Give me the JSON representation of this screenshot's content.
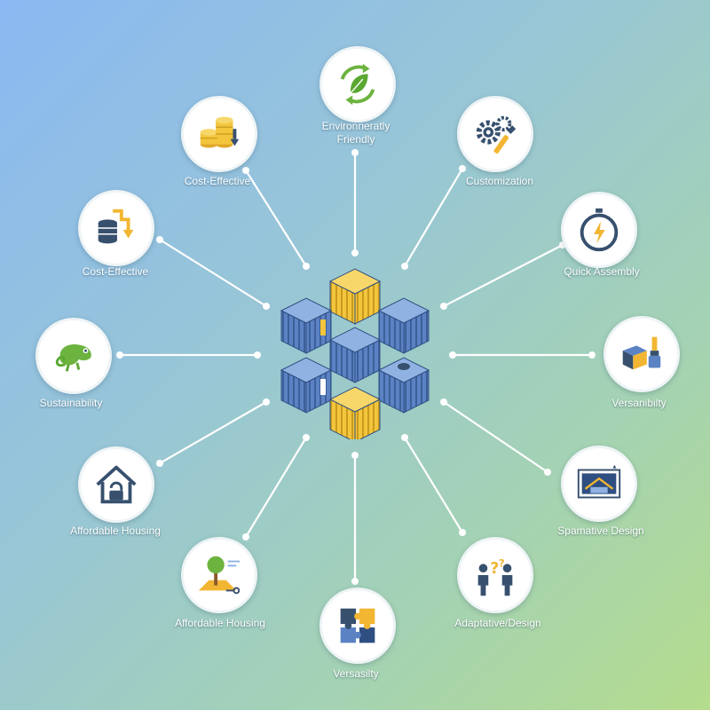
{
  "colors": {
    "connector": "#ffffff",
    "container_blue": "#5b83c4",
    "container_yellow": "#f2c53d",
    "node_border": "#eef4f6"
  },
  "hub": {
    "icon": "shipping-container-cluster-icon"
  },
  "nodes": [
    {
      "id": "environmentally-friendly",
      "label": "Environneratly\nFriendly",
      "icon": "recycle-leaf-icon"
    },
    {
      "id": "customization",
      "label": "Customization",
      "icon": "gears-wrench-icon"
    },
    {
      "id": "quick-assembly",
      "label": "Quick Assembly",
      "icon": "stopwatch-icon"
    },
    {
      "id": "versanibility",
      "label": "Versanibilty",
      "icon": "container-paintbrush-icon"
    },
    {
      "id": "spamative-design",
      "label": "Spamative Design",
      "icon": "blueprint-house-icon"
    },
    {
      "id": "adaptative-design",
      "label": "Adaptative/Design",
      "icon": "people-question-icon"
    },
    {
      "id": "versasility",
      "label": "Versasilty",
      "icon": "puzzle-icon"
    },
    {
      "id": "affordable-housing-2",
      "label": "Affordable Housing",
      "icon": "tree-plot-icon"
    },
    {
      "id": "affordable-housing-1",
      "label": "Affordable Housing",
      "icon": "house-lock-icon"
    },
    {
      "id": "sustainability",
      "label": "Sustainability",
      "icon": "chameleon-icon"
    },
    {
      "id": "cost-effective-2",
      "label": "Cost-Effective",
      "icon": "stack-down-arrow-icon"
    },
    {
      "id": "cost-effective-1",
      "label": "Cost-Effective",
      "icon": "coins-down-icon"
    }
  ]
}
